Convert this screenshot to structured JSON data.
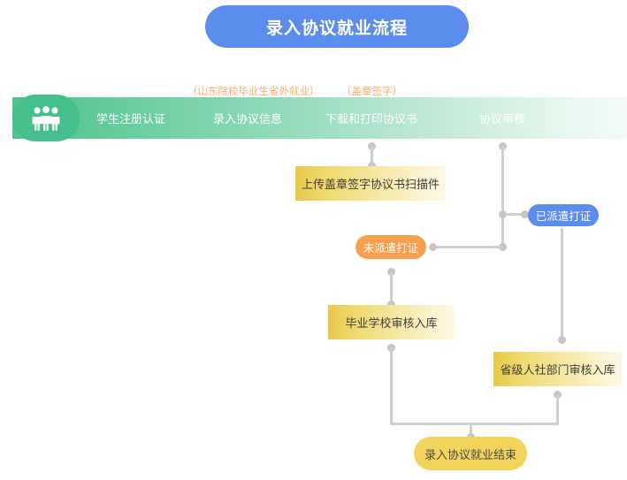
{
  "title": {
    "text": "录入协议就业流程"
  },
  "annotations": [
    {
      "name": "annotation-province-outside",
      "text": "（山东院校毕业生省外就业）"
    },
    {
      "name": "annotation-stamp-sign",
      "text": "（盖章签字）"
    }
  ],
  "stage_bar": {
    "icon": "people-group-icon",
    "steps": [
      {
        "label": "学生注册认证"
      },
      {
        "label": "录入协议信息"
      },
      {
        "label": "下载和打印协议书"
      },
      {
        "label": "协议审核"
      }
    ]
  },
  "nodes": {
    "upload_scan": {
      "label": "上传盖章签字协议书扫描件"
    },
    "dispatched": {
      "label": "已派遣打证"
    },
    "not_dispatched": {
      "label": "未派遣打证"
    },
    "school_review": {
      "label": "毕业学校审核入库"
    },
    "province_review": {
      "label": "省级人社部门审核入库"
    },
    "finish": {
      "label": "录入协议就业结束"
    }
  },
  "colors": {
    "title_blue": "#5b8def",
    "stage_green": "#46c08a",
    "annotation_orange": "#f5ab6b",
    "pill_orange": "#f5a14f",
    "pill_yellow": "#f2d35c",
    "box_gold": "#e8c84a",
    "connector_gray": "#cfcfcf"
  }
}
